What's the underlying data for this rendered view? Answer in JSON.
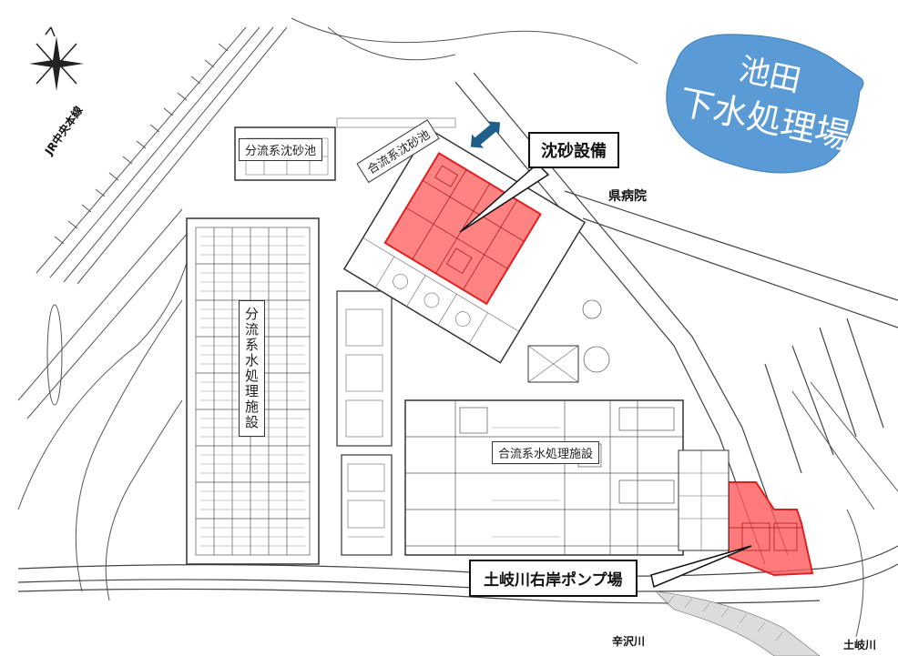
{
  "title_badge": {
    "line1": "池田",
    "line2": "下水処理場",
    "color": "#5b9bd5"
  },
  "callouts": {
    "sand_facility": "沈砂設備",
    "pump_station": "土岐川右岸ポンプ場"
  },
  "facility_labels": {
    "separate_grit": "分流系沈砂池",
    "combined_grit": "合流系沈砂池",
    "separate_treatment": "分流系水処理施設",
    "combined_treatment": "合流系水処理施設"
  },
  "place_labels": {
    "hospital": "県病院",
    "railway": "JR中央本線",
    "river_karasawa": "辛沢川",
    "river_toki": "土岐川"
  },
  "colors": {
    "highlight_fill": "#ff5a5a",
    "highlight_stroke": "#e02020",
    "arrow": "#1f5f8b",
    "linework": "#444444"
  }
}
